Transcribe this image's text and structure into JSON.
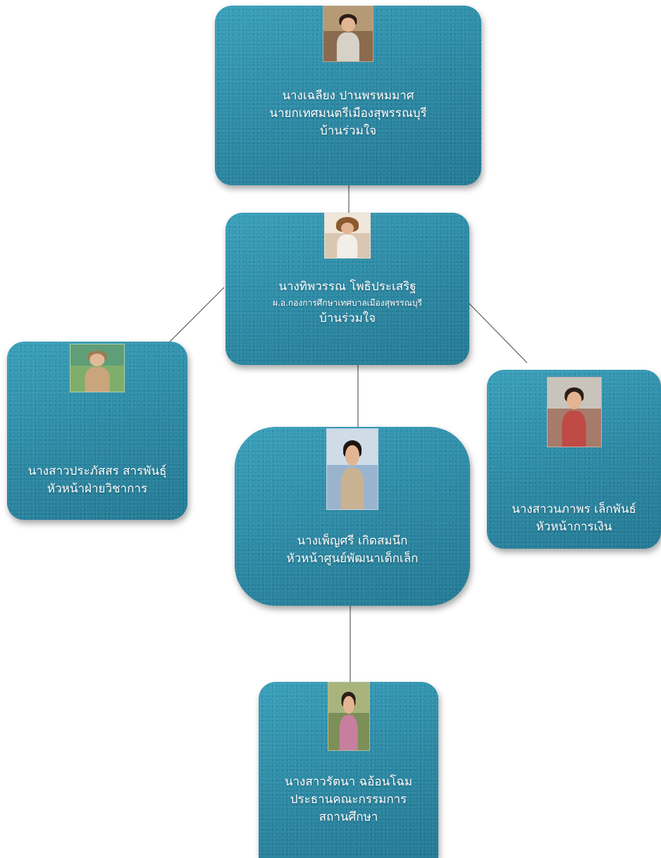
{
  "nodes": {
    "mayor": {
      "name": "นางเฉลียง ปานพรหมมาศ",
      "title": "นายกเทศมนตรีเมืองสุพรรณบุรี",
      "org": "บ้านร่วมใจ"
    },
    "director": {
      "name": "นางทิพวรรณ โพธิประเสริฐ",
      "title": "ผ.อ.กองการศึกษาเทศบาลเมืองสุพรรณบุรี",
      "org": "บ้านร่วมใจ"
    },
    "academic_head": {
      "name": "นางสาวประภัสสร สารพันธุ์",
      "title": "หัวหน้าฝ่ายวิชาการ"
    },
    "center_head": {
      "name": "นางเพ็ญศรี เกิดสมนึก",
      "title": "หัวหน้าศูนย์พัฒนาเด็กเล็ก"
    },
    "finance_head": {
      "name": "นางสาวนภาพร เล็กพันธ์",
      "title": "หัวหน้าการเงิน"
    },
    "committee_chair": {
      "name": "นางสาวรัตนา ฉอ้อนโฉม",
      "title": "ประธานคณะกรรมการ",
      "org": "สถานศึกษา"
    }
  },
  "colors": {
    "card": "#2f8fab",
    "connector": "#5e5e5e",
    "text": "#ffffff"
  }
}
